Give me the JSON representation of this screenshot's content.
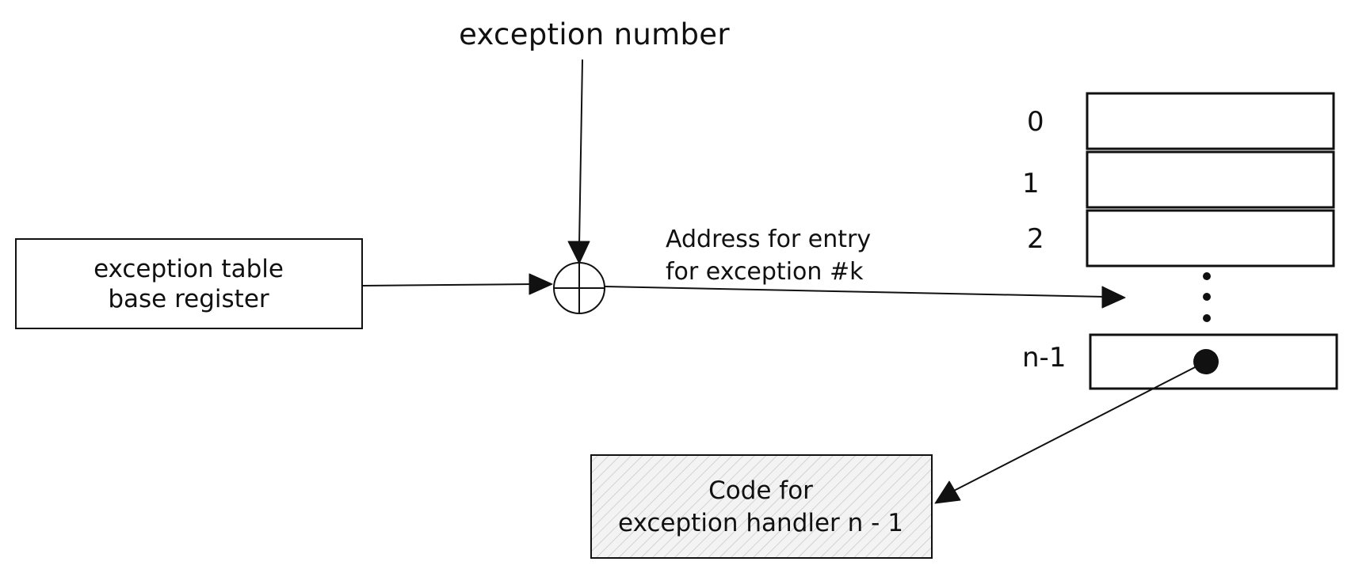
{
  "labels": {
    "exception_number": "exception number",
    "base_register_line1": "exception table",
    "base_register_line2": "base register",
    "address_line1": "Address for entry",
    "address_line2": "for exception #k",
    "handler_line1": "Code for",
    "handler_line2": "exception handler n - 1"
  },
  "table": {
    "indices": [
      "0",
      "1",
      "2",
      "n-1"
    ]
  },
  "colors": {
    "stroke": "#111111",
    "hatch_fill": "#f3f3f3",
    "hatch_lines": "#c8c8c8"
  }
}
